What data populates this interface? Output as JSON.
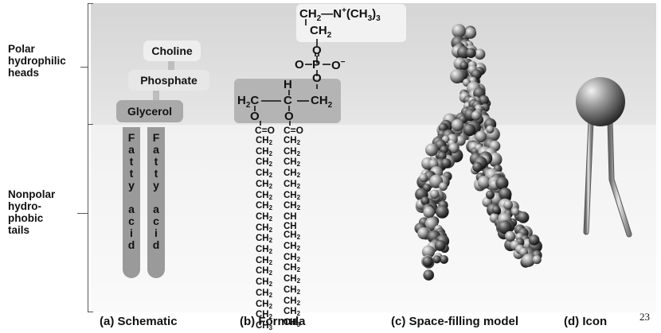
{
  "side_labels": {
    "polar": [
      "Polar",
      "hydrophilic",
      "heads"
    ],
    "nonpolar": [
      "Nonpolar",
      "hydro-",
      "phobic",
      "tails"
    ]
  },
  "schematic": {
    "choline": "Choline",
    "phosphate": "Phosphate",
    "glycerol": "Glycerol",
    "tail_letters": [
      "F",
      "a",
      "t",
      "t",
      "y",
      "",
      "a",
      "c",
      "i",
      "d"
    ]
  },
  "formula": {
    "head_line1_pre": "CH",
    "head_line1_sub": "2",
    "head_line1_mid": "—N",
    "head_line1_sup": "+",
    "head_line1_post": "(CH",
    "head_line1_sub2": "3",
    "head_line1_end": ")",
    "head_line1_sub3": "3",
    "head_line2": "CH",
    "head_line2_sub": "2",
    "o_top": "O",
    "o_left": "O",
    "p": "P",
    "o_right": "O",
    "o_right_sup": "−",
    "o_bottom": "O",
    "o_double": "O",
    "h": "H",
    "h2c": "H",
    "h2c_sub": "2",
    "h2c_c": "C",
    "c_mid": "C",
    "ch2_right": "CH",
    "ch2_right_sub": "2",
    "o_ester1": "O",
    "o_ester2": "O",
    "co1": "C=O",
    "co2": "C=O",
    "chain_left": [
      "CH2",
      "CH2",
      "CH2",
      "CH2",
      "CH2",
      "CH2",
      "CH2",
      "CH2",
      "CH2",
      "CH2",
      "CH2",
      "CH2",
      "CH2",
      "CH2",
      "CH2",
      "CH2",
      "CH2",
      "CH3"
    ],
    "chain_right": [
      "CH2",
      "CH2",
      "CH2",
      "CH2",
      "CH2",
      "CH2",
      "CH2",
      "CH",
      "CH",
      "CH2",
      "CH2",
      "CH2",
      "CH2",
      "CH2",
      "CH2",
      "CH2",
      "CH2",
      "CH3"
    ]
  },
  "captions": {
    "a": "(a) Schematic",
    "b": "(b) Formula",
    "c": "(c) Space-filling model",
    "d": "(d) Icon"
  },
  "page_number": "23"
}
